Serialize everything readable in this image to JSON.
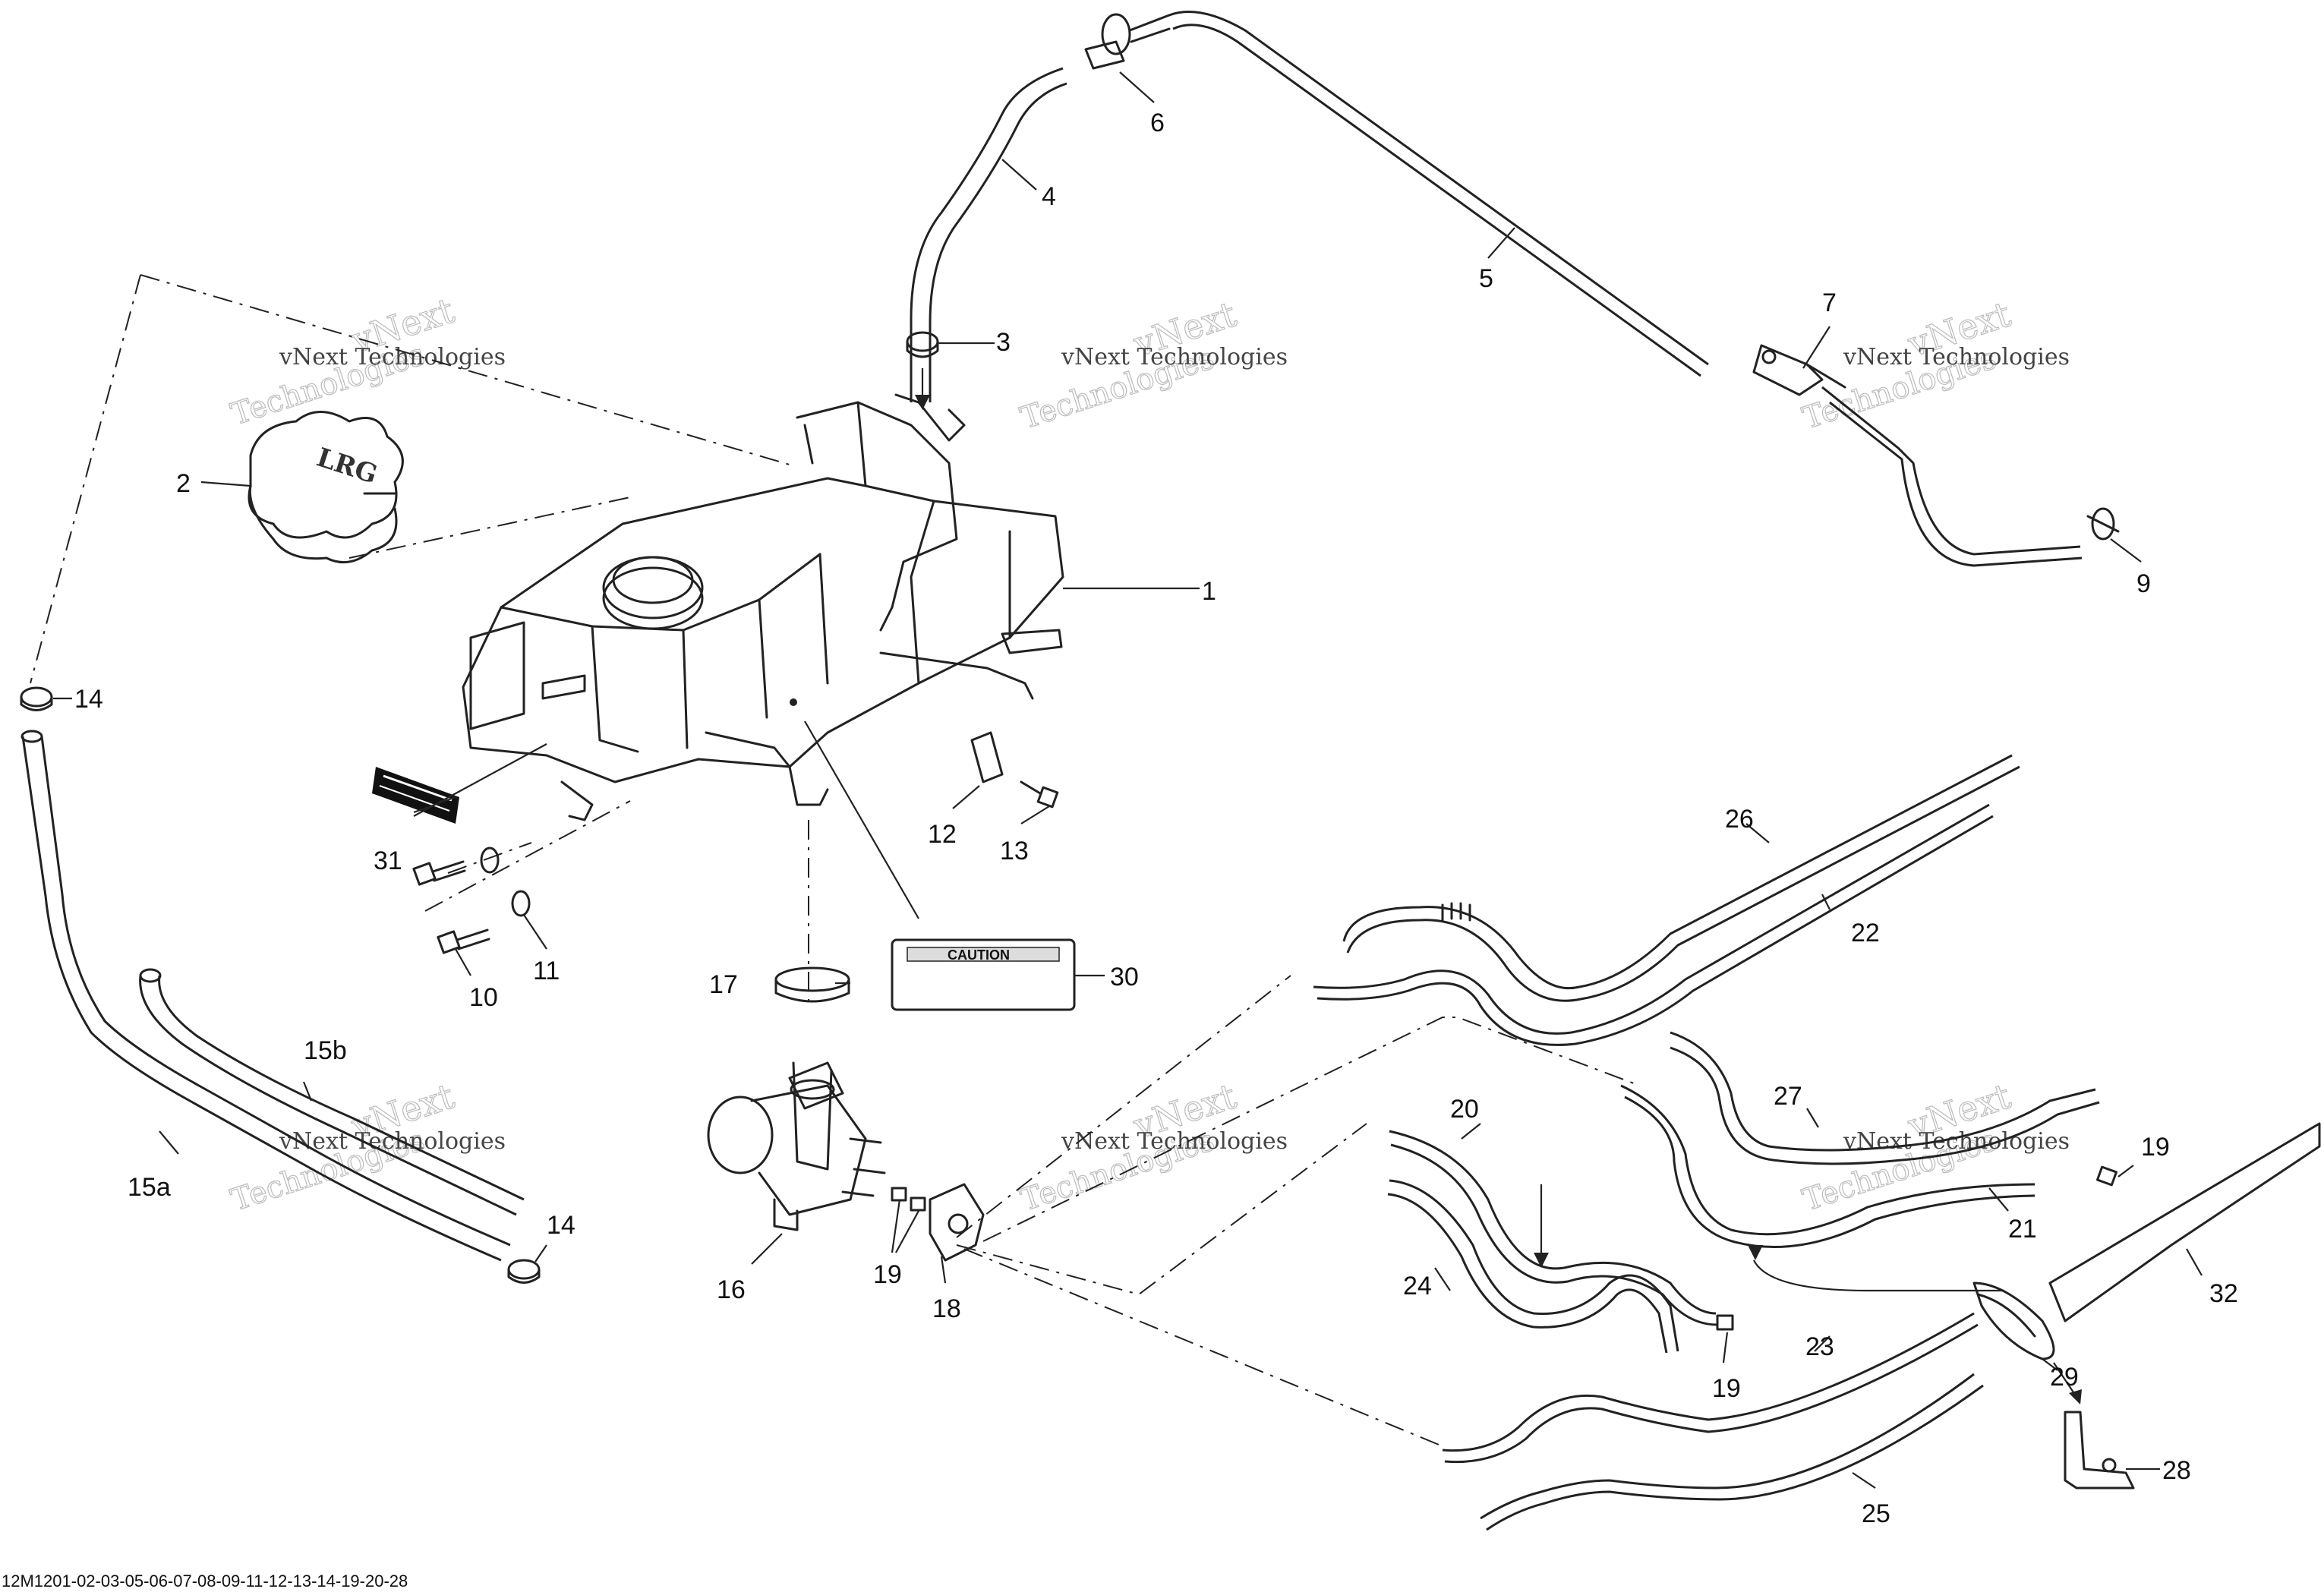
{
  "diagram_code": "12M1201-02-03-05-06-07-08-09-11-12-13-14-19-20-28",
  "watermark": {
    "line1": "vNext Technologies",
    "line2": "vNext",
    "line3": "Technologies"
  },
  "caution_label": "CAUTION",
  "cap_logo": "LRG",
  "callouts": [
    "1",
    "2",
    "3",
    "4",
    "5",
    "6",
    "7",
    "9",
    "10",
    "11",
    "12",
    "13",
    "14",
    "15a",
    "15b",
    "16",
    "17",
    "18",
    "19",
    "20",
    "21",
    "22",
    "23",
    "24",
    "25",
    "26",
    "27",
    "28",
    "29",
    "30",
    "31",
    "32"
  ],
  "callout_14_repeat": "14",
  "callout_19_repeat": "19"
}
